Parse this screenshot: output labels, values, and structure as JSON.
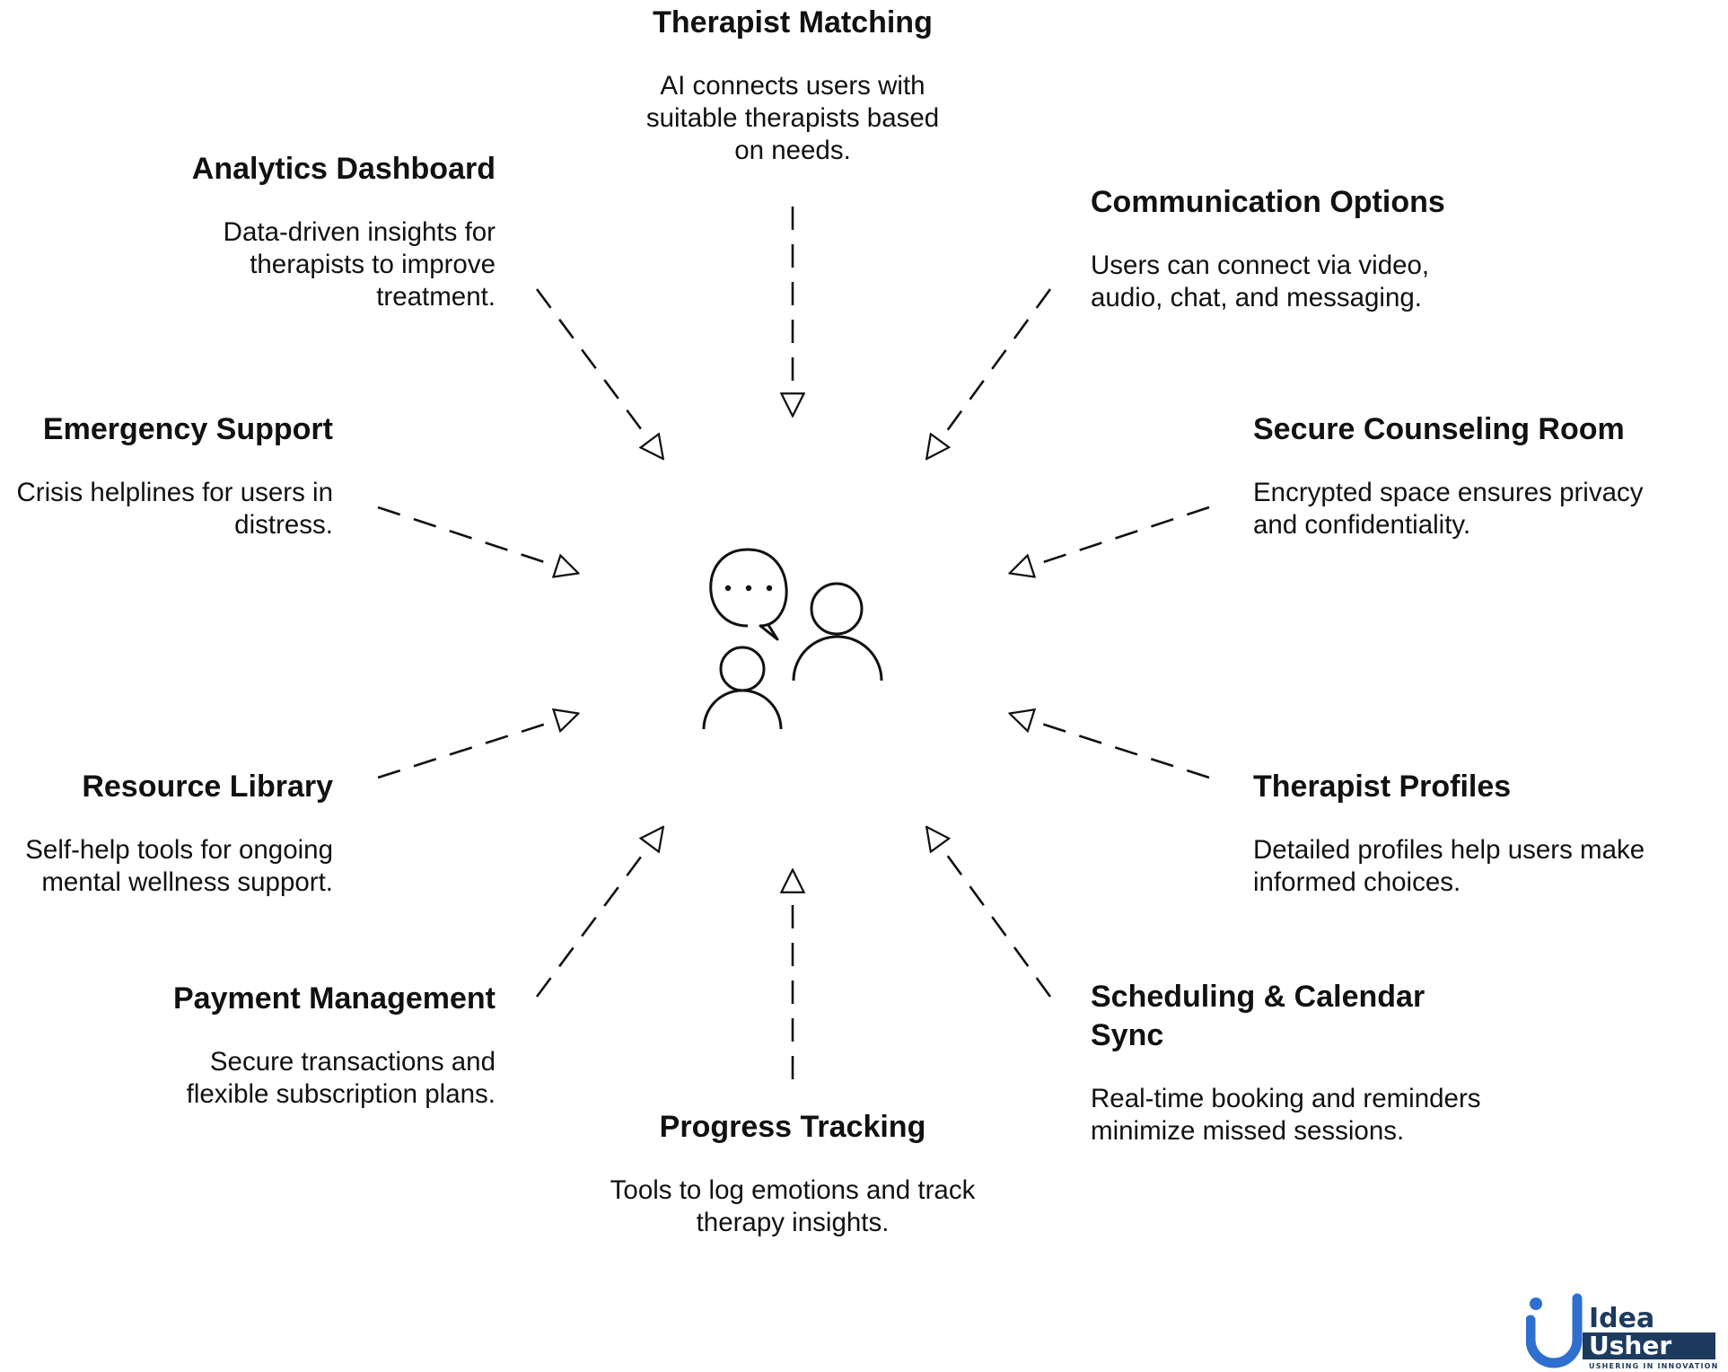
{
  "features": [
    {
      "key": "therapist_matching",
      "title": "Therapist Matching",
      "description": "AI connects users with suitable therapists based on needs."
    },
    {
      "key": "communication_options",
      "title": "Communication Options",
      "description": "Users can connect via video, audio, chat, and messaging."
    },
    {
      "key": "secure_counseling_room",
      "title": "Secure Counseling Room",
      "description": "Encrypted space ensures privacy and confidentiality."
    },
    {
      "key": "therapist_profiles",
      "title": "Therapist Profiles",
      "description": "Detailed profiles help users make informed choices."
    },
    {
      "key": "scheduling_calendar_sync",
      "title": "Scheduling & Calendar Sync",
      "description": "Real-time booking and reminders minimize missed sessions."
    },
    {
      "key": "progress_tracking",
      "title": "Progress Tracking",
      "description": "Tools to log emotions and track therapy insights."
    },
    {
      "key": "payment_management",
      "title": "Payment Management",
      "description": "Secure transactions and flexible subscription plans."
    },
    {
      "key": "resource_library",
      "title": "Resource Library",
      "description": "Self-help tools for ongoing mental wellness support."
    },
    {
      "key": "emergency_support",
      "title": "Emergency Support",
      "description": "Crisis helplines for users in distress."
    },
    {
      "key": "analytics_dashboard",
      "title": "Analytics Dashboard",
      "description": "Data-driven insights for therapists to improve treatment."
    }
  ],
  "center_icon": "people-conversation-icon",
  "logo": {
    "name": "Idea Usher",
    "word1": "Idea",
    "word2": "Usher",
    "tagline": "USHERING IN INNOVATION"
  },
  "colors": {
    "text": "#111111",
    "line": "#111111",
    "logo_blue": "#2f6fd0",
    "logo_dark": "#1d3a5f"
  }
}
